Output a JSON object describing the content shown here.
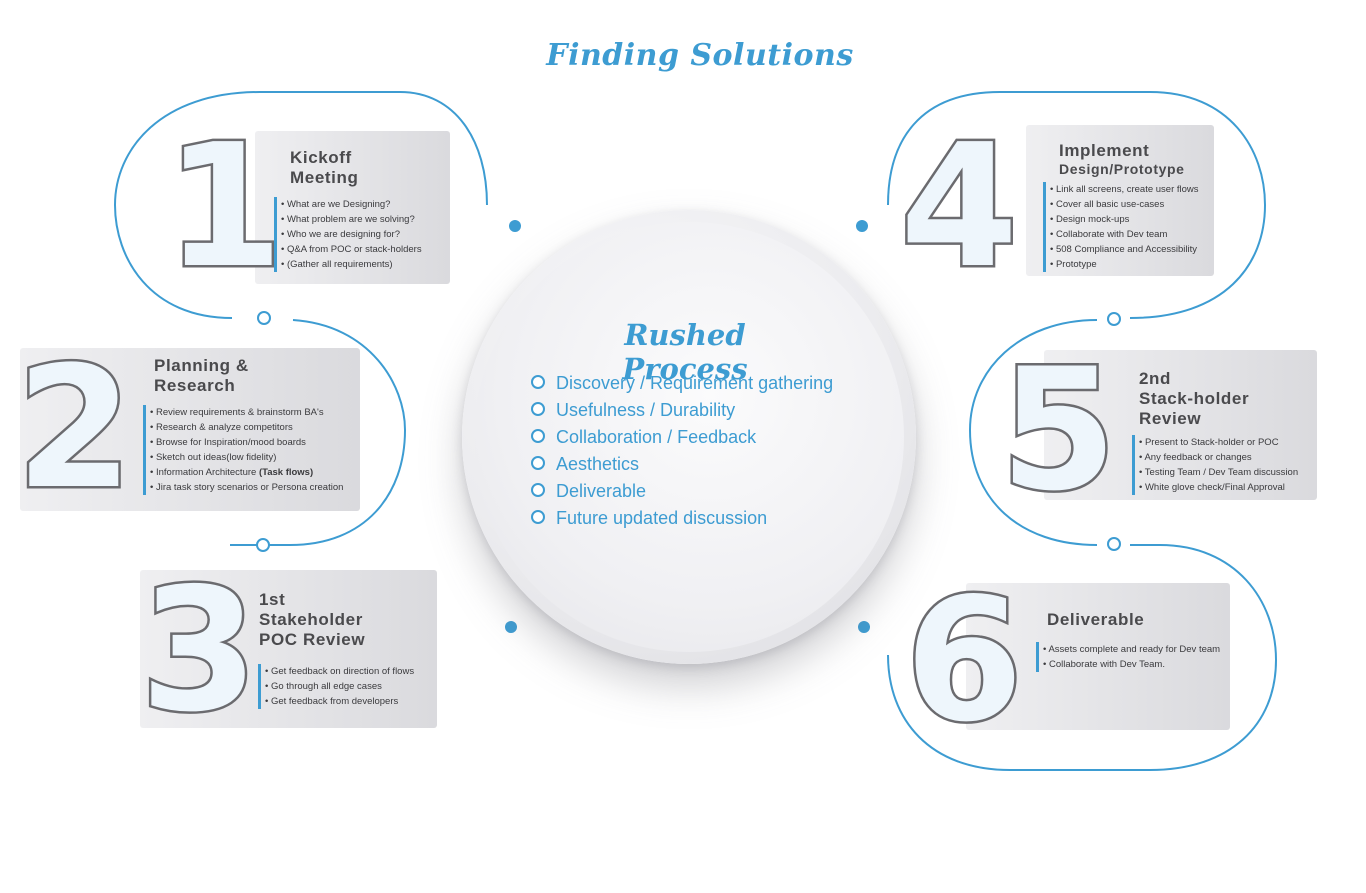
{
  "title": "Finding Solutions",
  "hub": {
    "title": "Rushed Process",
    "items": [
      "Discovery / Requirement gathering",
      "Usefulness / Durability",
      "Collaboration / Feedback",
      "Aesthetics",
      "Deliverable",
      "Future updated discussion"
    ]
  },
  "steps": [
    {
      "number": "1",
      "title_lines": [
        "Kickoff",
        "Meeting"
      ],
      "items": [
        "What are we Designing?",
        "What problem are we solving?",
        "Who we are designing for?",
        "Q&A from POC or stack-holders",
        "(Gather all requirements)"
      ]
    },
    {
      "number": "2",
      "title_lines": [
        "Planning &",
        "Research"
      ],
      "items": [
        "Review requirements & brainstorm BA's",
        "Research & analyze competitors",
        "Browse for Inspiration/mood boards",
        "Sketch out ideas(low fidelity)",
        "Information Architecture",
        "Jira task story scenarios or Persona creation"
      ],
      "bold_suffix": "(Task flows)"
    },
    {
      "number": "3",
      "title_lines": [
        "1st",
        "Stakeholder",
        "POC Review"
      ],
      "items": [
        "Get feedback on direction of flows",
        "Go through all edge cases",
        "Get feedback from developers"
      ]
    },
    {
      "number": "4",
      "title_lines": [
        "Implement",
        "Design/Prototype"
      ],
      "items": [
        "Link all screens, create user flows",
        "Cover all basic use-cases",
        "Design mock-ups",
        "Collaborate with Dev team",
        "508 Compliance and Accessibility",
        "Prototype"
      ]
    },
    {
      "number": "5",
      "title_lines": [
        "2nd",
        "Stack-holder",
        "Review"
      ],
      "items": [
        "Present to Stack-holder or POC",
        "Any feedback or changes",
        "Testing Team / Dev Team discussion",
        "White glove check/Final Approval"
      ]
    },
    {
      "number": "6",
      "title_lines": [
        "Deliverable"
      ],
      "items": [
        "Assets complete and ready for Dev team",
        "Collaborate with Dev Team."
      ]
    }
  ],
  "colors": {
    "accent": "#3d9cd2",
    "numeral_outline": "#6b6b6f",
    "title_text": "#4a4a4d",
    "card_bg": "#dcdce0"
  }
}
